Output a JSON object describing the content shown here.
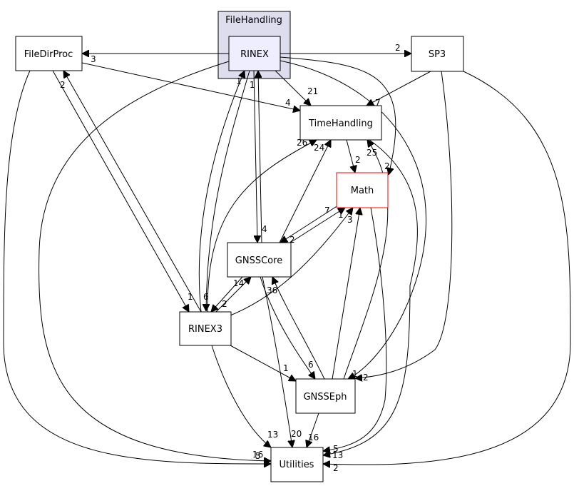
{
  "cluster": {
    "label": "FileHandling"
  },
  "nodes": {
    "rinex": "RINEX",
    "filedirproc": "FileDirProc",
    "sp3": "SP3",
    "timehandling": "TimeHandling",
    "math": "Math",
    "gnsscore": "GNSSCore",
    "rinex3": "RINEX3",
    "gnsseph": "GNSSEph",
    "utilities": "Utilities"
  },
  "edge_labels": {
    "rinex_filedirproc": "3",
    "rinex_sp3": "2",
    "rinex_timehandling": "21",
    "filedirproc_timehandling": "4",
    "sp3_timehandling": "7",
    "rinex3_rinex": "1",
    "gnsscore_rinex": "1",
    "rinex_gnsscore": "4",
    "rinex_math": "2",
    "rinex3_timehandling": "26",
    "gnsscore_timehandling": "24",
    "gnsseph_timehandling": "25",
    "timehandling_math": "2",
    "gnsscore_math": "1",
    "math_gnsscore_7": "7",
    "math_gnsscore_2": "2",
    "rinex3_math": "3",
    "rinex_rinex3": "6",
    "filedirproc_rinex3": "1",
    "rinex3_filedirproc": "2",
    "gnsscore_rinex3": "2",
    "rinex3_gnsscore": "14",
    "gnsseph_gnsscore": "36",
    "gnsscore_gnsseph": "6",
    "rinex3_gnsseph": "1",
    "rinex_gnsseph": "1",
    "sp3_gnsseph": "2",
    "gnsseph_utilities": "16",
    "gnsscore_utilities": "20",
    "rinex3_utilities": "13",
    "filedirproc_utilities": "16",
    "rinex_utilities": "5",
    "timehandling_utilities": "5",
    "math_utilities": "13",
    "sp3_utilities": "2"
  }
}
